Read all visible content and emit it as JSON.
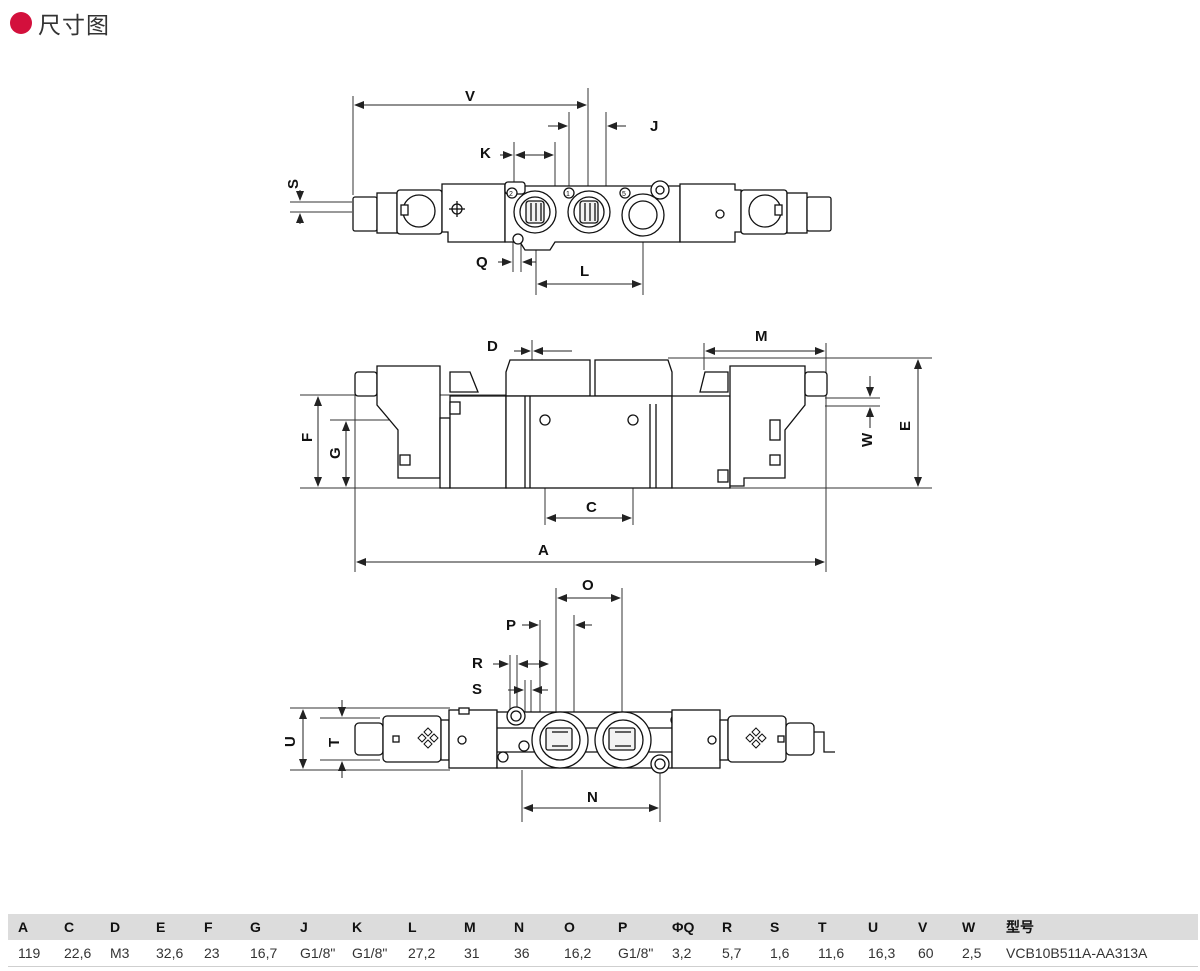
{
  "header": {
    "title": "尺寸图"
  },
  "labels": {
    "V": "V",
    "K": "K",
    "J": "J",
    "S": "S",
    "Q": "Q",
    "L": "L",
    "D": "D",
    "M": "M",
    "F": "F",
    "G": "G",
    "W": "W",
    "E": "E",
    "C": "C",
    "A": "A",
    "O": "O",
    "P": "P",
    "R": "R",
    "U": "U",
    "T": "T",
    "N": "N"
  },
  "port_marks": {
    "p2": "2",
    "p1": "1",
    "p5": "5"
  },
  "table": {
    "headers": [
      "A",
      "C",
      "D",
      "E",
      "F",
      "G",
      "J",
      "K",
      "L",
      "M",
      "N",
      "O",
      "P",
      "ΦQ",
      "R",
      "S",
      "T",
      "U",
      "V",
      "W",
      "型号"
    ],
    "row": [
      "119",
      "22,6",
      "M3",
      "32,6",
      "23",
      "16,7",
      "G1/8\"",
      "G1/8\"",
      "27,2",
      "31",
      "36",
      "16,2",
      "G1/8\"",
      "3,2",
      "5,7",
      "1,6",
      "11,6",
      "16,3",
      "60",
      "2,5",
      "VCB10B511A-AA313A"
    ]
  },
  "colors": {
    "accent": "#d3103c",
    "line": "#111111",
    "dim": "#333333"
  }
}
